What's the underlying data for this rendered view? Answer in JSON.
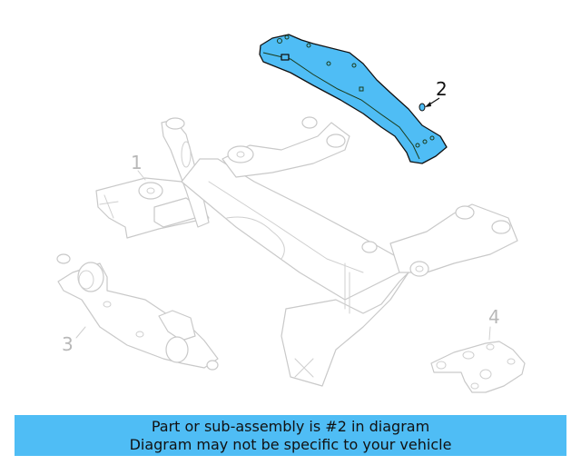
{
  "diagram": {
    "highlight_color": "#4fbdf5",
    "ghost_color": "#c9c9c9",
    "callouts": [
      {
        "id": "1",
        "label": "1"
      },
      {
        "id": "2",
        "label": "2"
      },
      {
        "id": "3",
        "label": "3"
      },
      {
        "id": "4",
        "label": "4"
      }
    ],
    "highlighted_part": "2"
  },
  "banner": {
    "line1": "Part or sub-assembly is #2 in diagram",
    "line2": "Diagram may not be specific to your vehicle",
    "background": "#4fbdf5"
  }
}
